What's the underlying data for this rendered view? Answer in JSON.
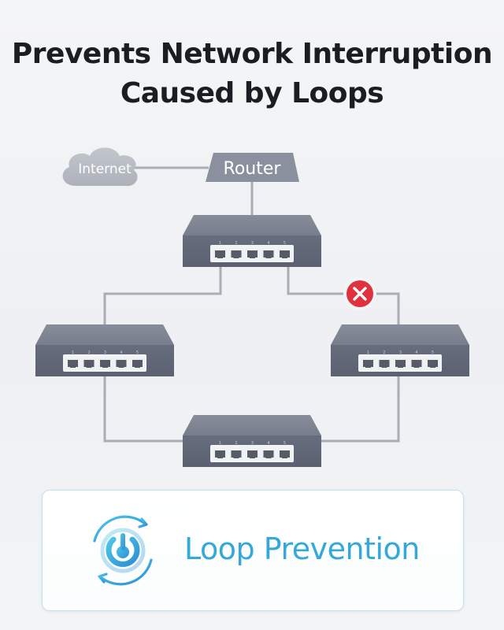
{
  "title": {
    "line1": "Prevents Network Interruption",
    "line2": "Caused by Loops"
  },
  "diagram": {
    "internet_label": "Internet",
    "router_label": "Router",
    "switch_port_numbers": [
      "1",
      "2",
      "3",
      "4",
      "5"
    ],
    "blocked_link_icon": "x-circle-icon",
    "colors": {
      "switch_body": "#6e7585",
      "cable": "#a9adb5",
      "blocked": "#e0313f",
      "cloud": "#b8bcc4"
    }
  },
  "card": {
    "label": "Loop Prevention",
    "icon": "loop-prevention-icon",
    "accent": "#34a8d8"
  }
}
